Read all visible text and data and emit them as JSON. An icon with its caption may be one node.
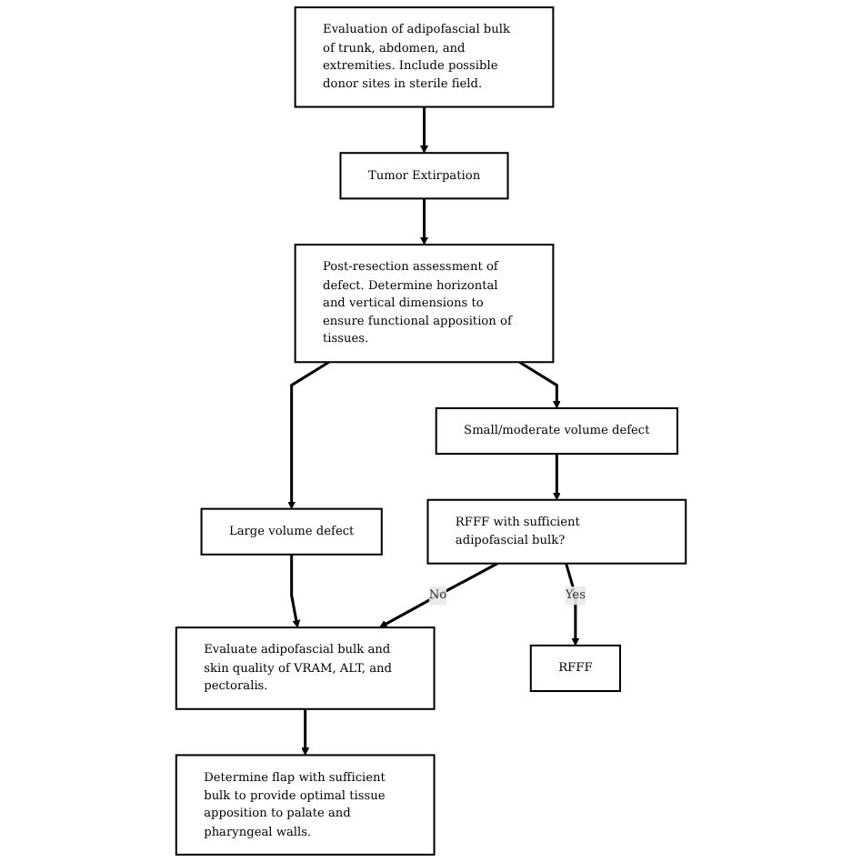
{
  "diagram": {
    "nodes": [
      {
        "text": [
          "Evaluation of adipofascial bulk of trunk, abdomen, and extremities. Include possible donor sites in sterile field."
        ]
      },
      {
        "text": [
          "Tumor Extirpation"
        ]
      },
      {
        "text": [
          "Post-resection assessment of defect. Determine horizontal and vertical dimensions to ensure functional apposition of tissues."
        ]
      },
      {
        "text": [
          "Large volume defect"
        ]
      },
      {
        "text": [
          "Small/moderate volume defect"
        ]
      },
      {
        "text": [
          "Evaluate adipofascial bulk and skin quality of VRAM, ALT, and pectoralis."
        ]
      },
      {
        "text": [
          "RFFF with sufficient adipofascial bulk?"
        ]
      },
      {
        "text": [
          "RFFF"
        ]
      },
      {
        "text": [
          "Determine flap with sufficient bulk to provide optimal tissue apposition to palate and pharyngeal walls."
        ]
      }
    ],
    "edges": [
      {
        "from": 0,
        "to": 1,
        "arrow": "to"
      },
      {
        "from": 1,
        "to": 2,
        "arrow": "to"
      },
      {
        "from": 2,
        "to": 3,
        "arrow": "to"
      },
      {
        "from": 2,
        "to": 4,
        "arrow": "to"
      },
      {
        "from": 3,
        "to": 5,
        "arrow": "to"
      },
      {
        "from": 4,
        "to": 6,
        "arrow": "to"
      },
      {
        "from": 6,
        "to": 5,
        "arrow": "to",
        "label": "No"
      },
      {
        "from": 6,
        "to": 7,
        "arrow": "to",
        "label": "Yes"
      },
      {
        "from": 5,
        "to": 8,
        "arrow": "to"
      }
    ]
  }
}
